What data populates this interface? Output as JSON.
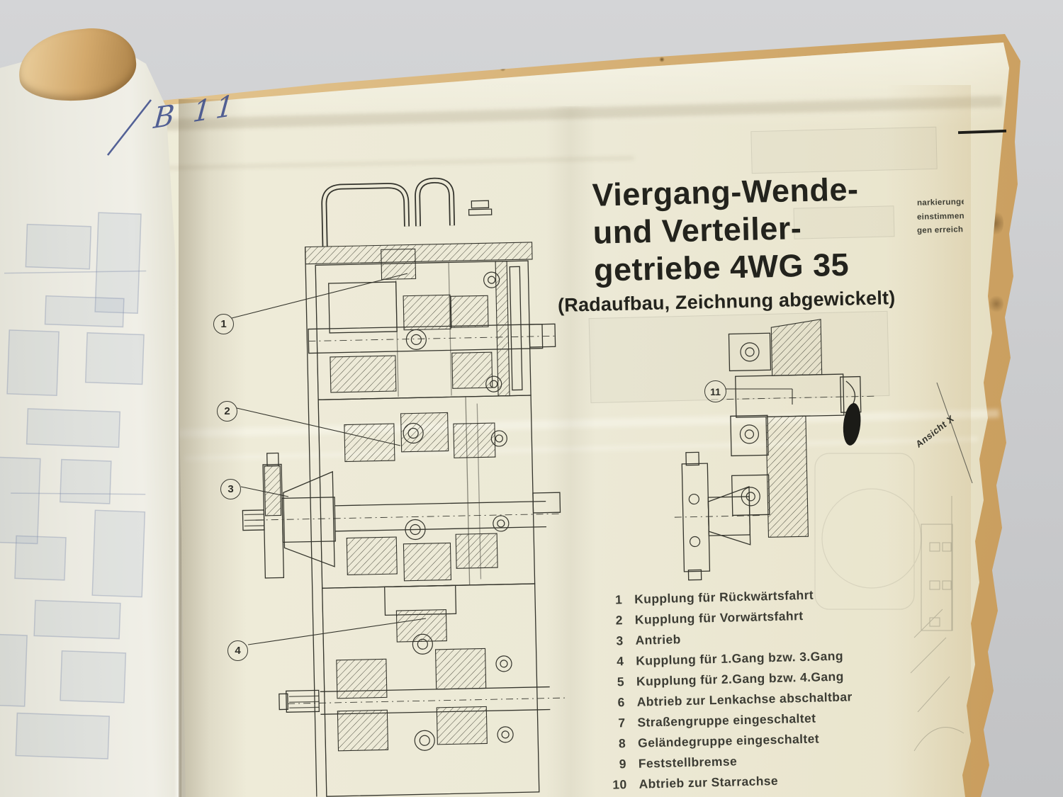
{
  "note": {
    "text": "B 11"
  },
  "title": {
    "line1": "Viergang-Wende-",
    "line2": "und Verteiler-",
    "line3": "getriebe 4WG 35",
    "subtitle": "(Radaufbau, Zeichnung abgewickelt)"
  },
  "detail": {
    "view_label": "Ansicht X"
  },
  "callouts": [
    {
      "num": "1"
    },
    {
      "num": "2"
    },
    {
      "num": "3"
    },
    {
      "num": "4"
    },
    {
      "num": "11"
    }
  ],
  "legend": {
    "items": [
      {
        "num": "1",
        "label": "Kupplung für Rückwärtsfahrt"
      },
      {
        "num": "2",
        "label": "Kupplung für Vorwärtsfahrt"
      },
      {
        "num": "3",
        "label": "Antrieb"
      },
      {
        "num": "4",
        "label": "Kupplung für 1.Gang bzw. 3.Gang"
      },
      {
        "num": "5",
        "label": "Kupplung für 2.Gang bzw. 4.Gang"
      },
      {
        "num": "6",
        "label": "Abtrieb zur Lenkachse abschaltbar"
      },
      {
        "num": "7",
        "label": "Straßengruppe eingeschaltet"
      },
      {
        "num": "8",
        "label": "Geländegruppe eingeschaltet"
      },
      {
        "num": "9",
        "label": "Feststellbremse"
      },
      {
        "num": "10",
        "label": "Abtrieb zur Starrachse"
      }
    ]
  },
  "margin_fragments": {
    "line1": "narkierunge",
    "line2": "einstimmen",
    "line3": "gen erreich"
  },
  "colors": {
    "background": "#cdced0",
    "paper": "#ece9d6",
    "paper_edge": "#d4ab72",
    "ink": "#32322c",
    "handwriting_ink": "#41518d"
  }
}
